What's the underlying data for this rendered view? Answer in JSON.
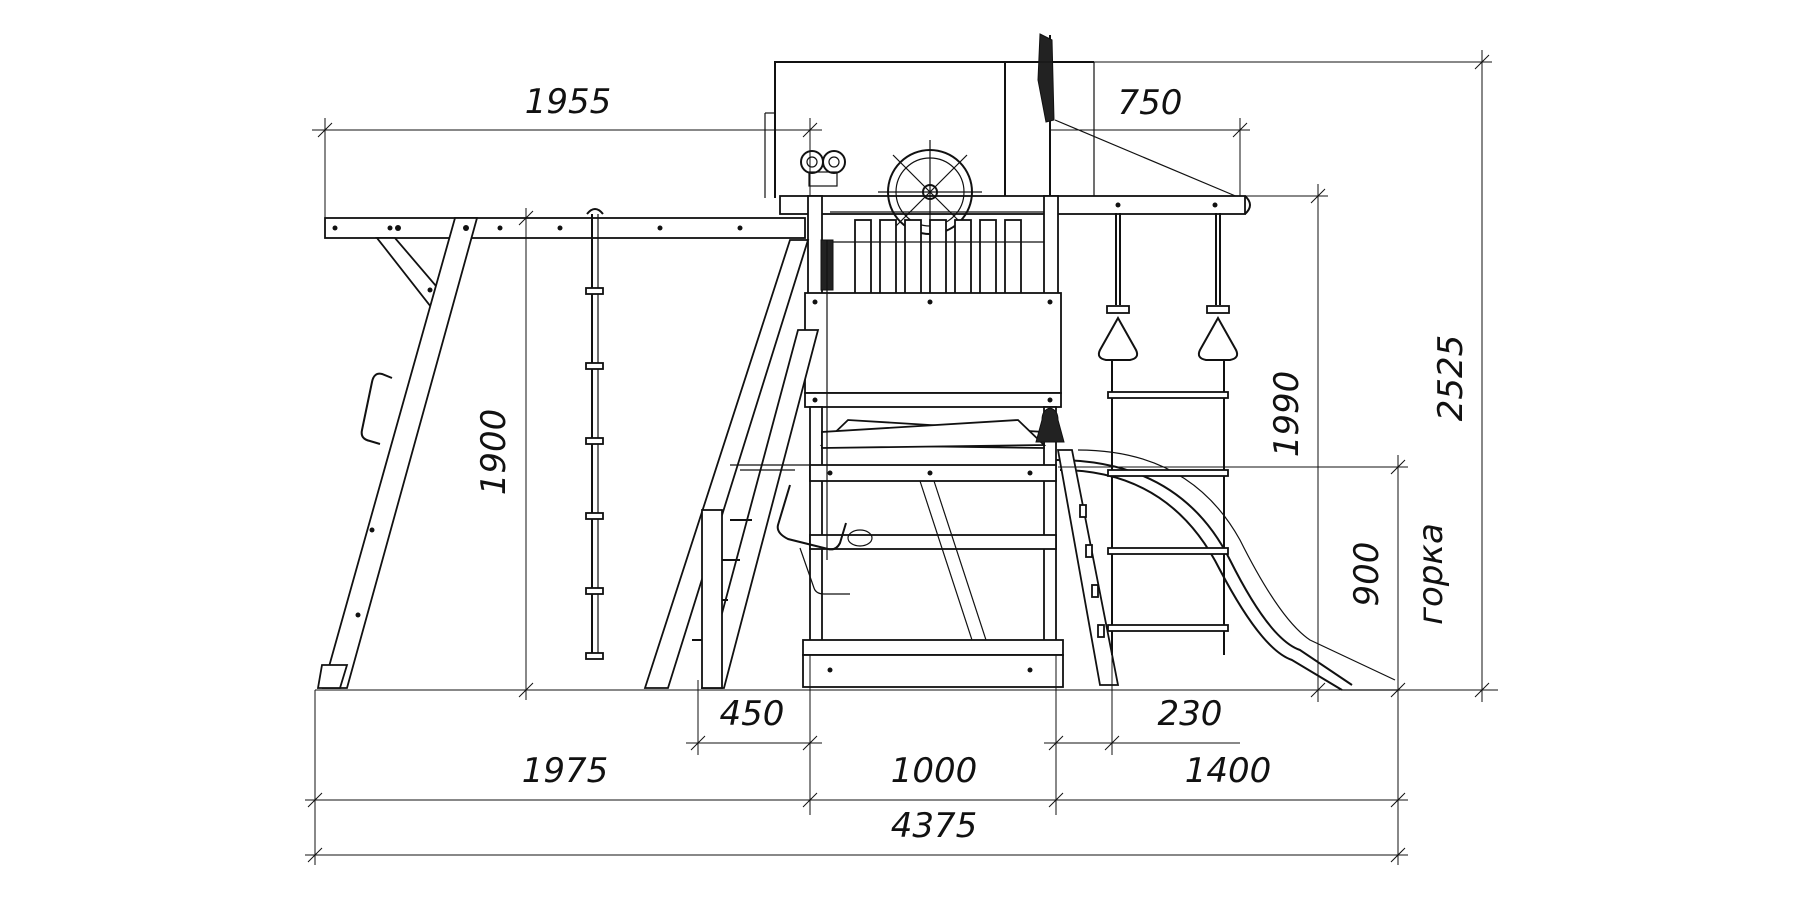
{
  "dimensions": {
    "top_beam_length": "1955",
    "roof_overhang": "750",
    "swing_beam_height": "1900",
    "platform_height": "1990",
    "total_height": "2525",
    "slide_height": "900",
    "slide_label": "горка",
    "ladder_offset": "450",
    "slide_offset": "230",
    "swing_section_width": "1975",
    "tower_width": "1000",
    "slide_section_width": "1400",
    "total_width": "4375"
  }
}
